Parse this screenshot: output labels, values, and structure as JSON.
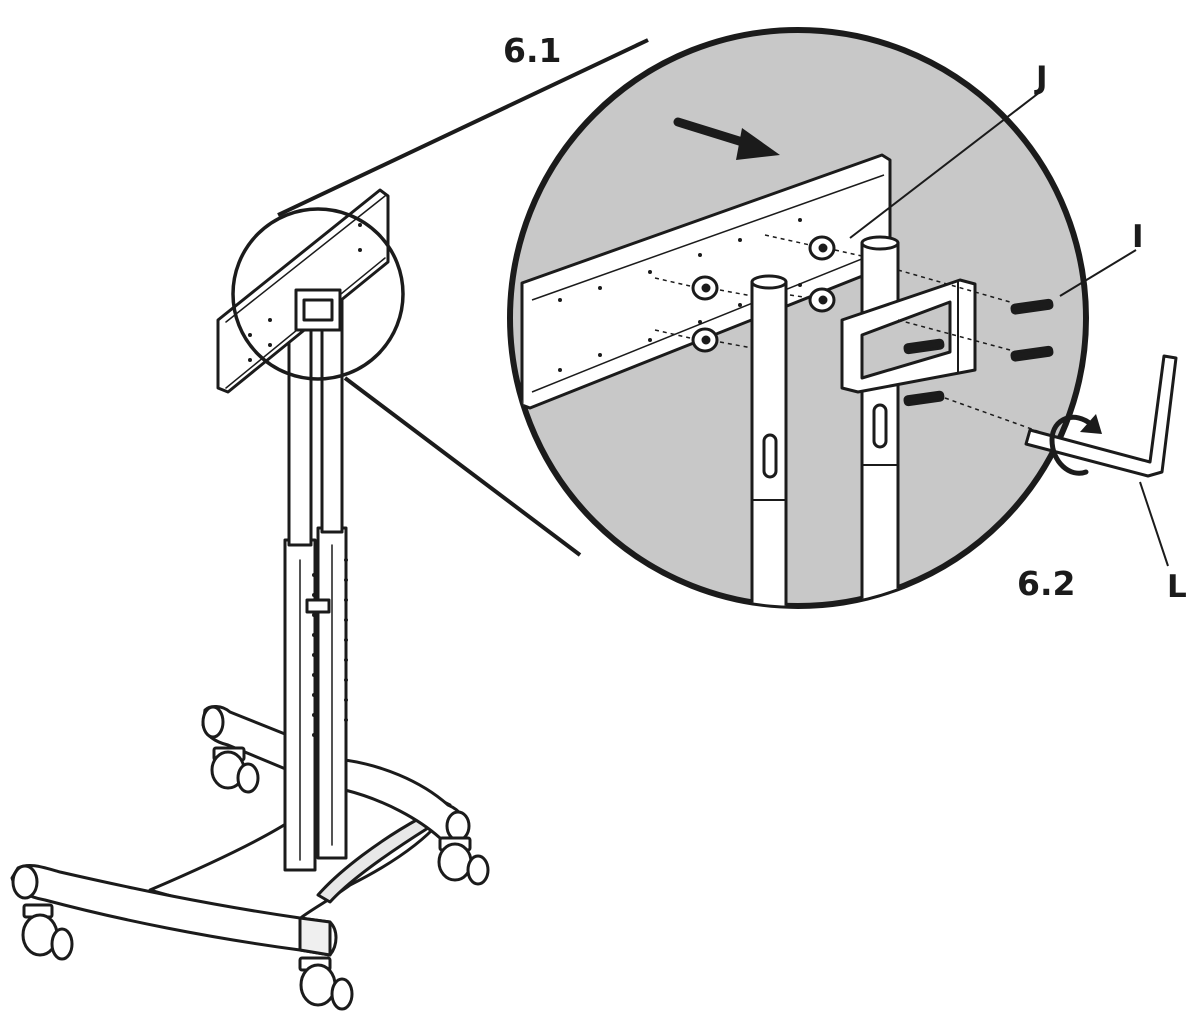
{
  "step_labels": {
    "step_1": "6.1",
    "step_2": "6.2"
  },
  "part_labels": {
    "j": "J",
    "i": "I",
    "l": "L"
  },
  "colors": {
    "line": "#1b1b1b",
    "magnified_background": "#c8c8c8",
    "part_fill": "#ffffff",
    "page_background": "#ffffff"
  },
  "icons": {
    "direction": "arrow-right-icon",
    "rotation": "rotate-clockwise-icon",
    "tool": "allen-key-icon"
  }
}
